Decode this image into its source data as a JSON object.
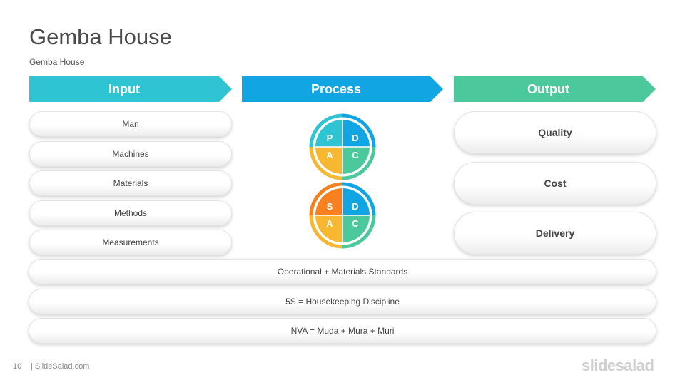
{
  "slide": {
    "title": "Gemba House",
    "subtitle": "Gemba House",
    "page_number": "10",
    "footer_text": "| SlideSalad.com",
    "logo_text": "slidesalad"
  },
  "headers": {
    "input": "Input",
    "process": "Process",
    "output": "Output"
  },
  "inputs": [
    "Man",
    "Machines",
    "Materials",
    "Methods",
    "Measurements"
  ],
  "outputs": [
    "Quality",
    "Cost",
    "Delivery"
  ],
  "cycles": [
    {
      "tl": "P",
      "tr": "D",
      "bl": "A",
      "br": "C",
      "tl_color": "#2ec4d4",
      "tr_color": "#12a5e3",
      "bl_color": "#f7b731",
      "br_color": "#4cc99c"
    },
    {
      "tl": "S",
      "tr": "D",
      "bl": "A",
      "br": "C",
      "tl_color": "#f5811f",
      "tr_color": "#12a5e3",
      "bl_color": "#f7b731",
      "br_color": "#4cc99c"
    }
  ],
  "foundation": [
    "Operational + Materials Standards",
    "5S = Housekeeping Discipline",
    "NVA = Muda + Mura + Muri"
  ],
  "colors": {
    "input": "#2ec4d4",
    "process": "#12a5e3",
    "output": "#4cc99c",
    "orange": "#f5811f",
    "yellow": "#f7b731"
  }
}
